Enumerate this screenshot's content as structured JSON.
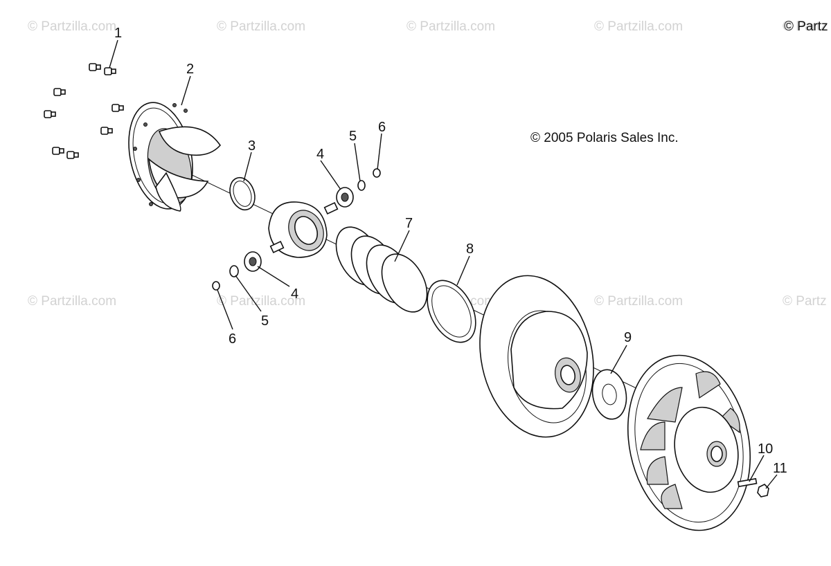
{
  "watermarks": [
    "© Partzilla.com",
    "© Partzilla.com",
    "© Partzilla.com",
    "© Partzilla.com",
    "© Partz",
    "© Partzilla.com",
    "© Partzilla.com",
    "© Partzilla.com",
    "© Partzilla.com",
    "© Partz"
  ],
  "copyright": "© 2005 Polaris Sales Inc.",
  "callouts": [
    "1",
    "2",
    "3",
    "4",
    "5",
    "6",
    "7",
    "8",
    "4",
    "5",
    "6",
    "9",
    "10",
    "11"
  ]
}
